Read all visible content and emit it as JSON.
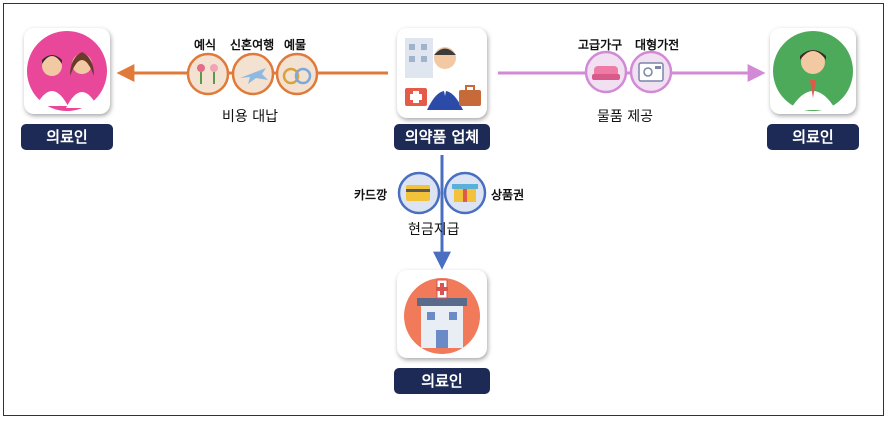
{
  "nodes": {
    "pharma": "의약품 업체",
    "doctor_left": "의료인",
    "doctor_right": "의료인",
    "hospital": "의료인"
  },
  "flows": {
    "left": {
      "caption": "비용 대납",
      "items": [
        "예식",
        "신혼여행",
        "예물"
      ]
    },
    "right": {
      "caption": "물품 제공",
      "items": [
        "고급가구",
        "대형가전"
      ]
    },
    "down": {
      "caption": "현금지급",
      "items": [
        "카드깡",
        "상품권"
      ]
    }
  },
  "colors": {
    "left_arrow": "#e07a3a",
    "right_arrow": "#d38ad6",
    "down_arrow": "#4a6fc0",
    "pill": "#1e2a56"
  }
}
